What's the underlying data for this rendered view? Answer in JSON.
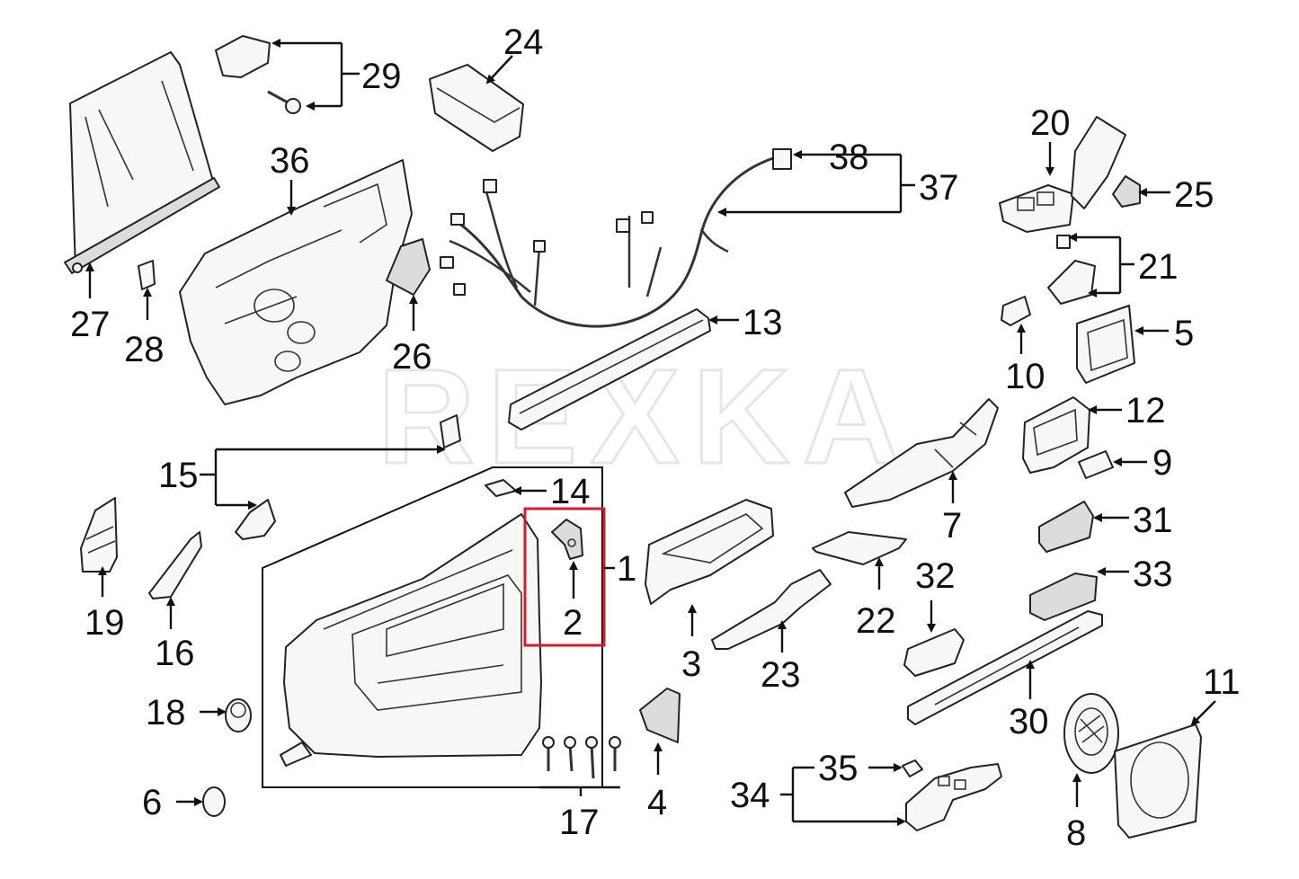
{
  "watermark": "REXKA",
  "highlight_color": "#d81b2a",
  "callouts": {
    "c1": "1",
    "c2": "2",
    "c3": "3",
    "c4": "4",
    "c5": "5",
    "c6": "6",
    "c7": "7",
    "c8": "8",
    "c9": "9",
    "c10": "10",
    "c11": "11",
    "c12": "12",
    "c13": "13",
    "c14": "14",
    "c15": "15",
    "c16": "16",
    "c17": "17",
    "c18": "18",
    "c19": "19",
    "c20": "20",
    "c21": "21",
    "c22": "22",
    "c23": "23",
    "c24": "24",
    "c25": "25",
    "c26": "26",
    "c27": "27",
    "c28": "28",
    "c29": "29",
    "c30": "30",
    "c31": "31",
    "c32": "32",
    "c33": "33",
    "c34": "34",
    "c35": "35",
    "c36": "36",
    "c37": "37",
    "c38": "38"
  }
}
